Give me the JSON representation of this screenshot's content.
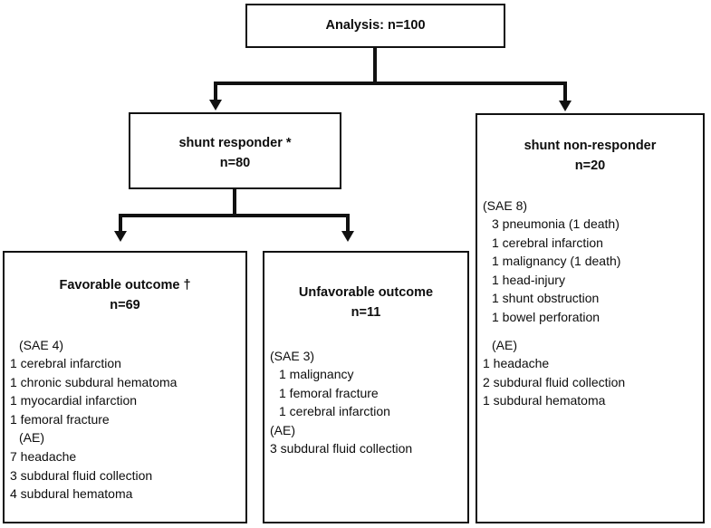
{
  "diagram": {
    "type": "flowchart",
    "title": "Clinical trial analysis flow with serious adverse events and adverse events"
  },
  "nodes": {
    "analysis": {
      "label": "Analysis: n=100"
    },
    "responder": {
      "label": "shunt responder *",
      "count": "n=80"
    },
    "nonresponder": {
      "label": "shunt non-responder",
      "count": "n=20",
      "sae_header": "(SAE 8)",
      "sae_items": [
        "3 pneumonia (1 death)",
        "1 cerebral infarction",
        "1 malignancy (1 death)",
        "1 head-injury",
        "1 shunt obstruction",
        "1 bowel perforation"
      ],
      "ae_header": "(AE)",
      "ae_items": [
        "1 headache",
        "2 subdural fluid collection",
        "1 subdural hematoma"
      ]
    },
    "favorable": {
      "label": "Favorable outcome †",
      "count": "n=69",
      "sae_header": "(SAE 4)",
      "sae_items": [
        "1 cerebral infarction",
        "1 chronic subdural hematoma",
        "1 myocardial infarction",
        "1 femoral fracture"
      ],
      "ae_header": "(AE)",
      "ae_items": [
        "7 headache",
        "3 subdural fluid collection",
        "4 subdural hematoma"
      ]
    },
    "unfavorable": {
      "label": "Unfavorable outcome",
      "count": "n=11",
      "sae_header": "(SAE 3)",
      "sae_items": [
        "1 malignancy",
        "1 femoral fracture",
        "1 cerebral infarction"
      ],
      "ae_header": "(AE)",
      "ae_items": [
        "3 subdural fluid collection"
      ]
    }
  },
  "colors": {
    "line": "#111111",
    "text": "#0d0d0d",
    "background": "#ffffff"
  }
}
